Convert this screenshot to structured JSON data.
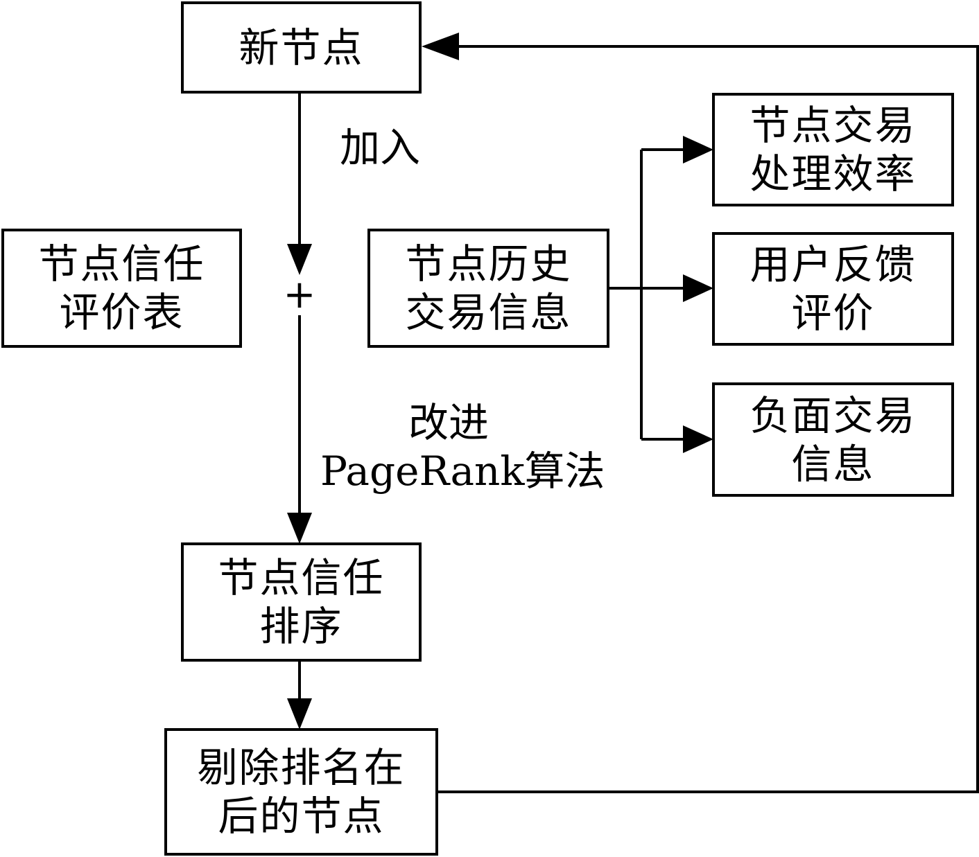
{
  "nodes": {
    "new_node": {
      "line1": "新节点"
    },
    "trust_table": {
      "line1": "节点信任",
      "line2": "评价表"
    },
    "history_info": {
      "line1": "节点历史",
      "line2": "交易信息"
    },
    "efficiency": {
      "line1": "节点交易",
      "line2": "处理效率"
    },
    "feedback": {
      "line1": "用户反馈",
      "line2": "评价"
    },
    "negative": {
      "line1": "负面交易",
      "line2": "信息"
    },
    "trust_rank": {
      "line1": "节点信任",
      "line2": "排序"
    },
    "remove": {
      "line1": "剔除排名在",
      "line2": "后的节点"
    }
  },
  "labels": {
    "join": "加入",
    "plus": "+",
    "algorithm_line1": "改进",
    "algorithm_line2": "PageRank算法"
  }
}
